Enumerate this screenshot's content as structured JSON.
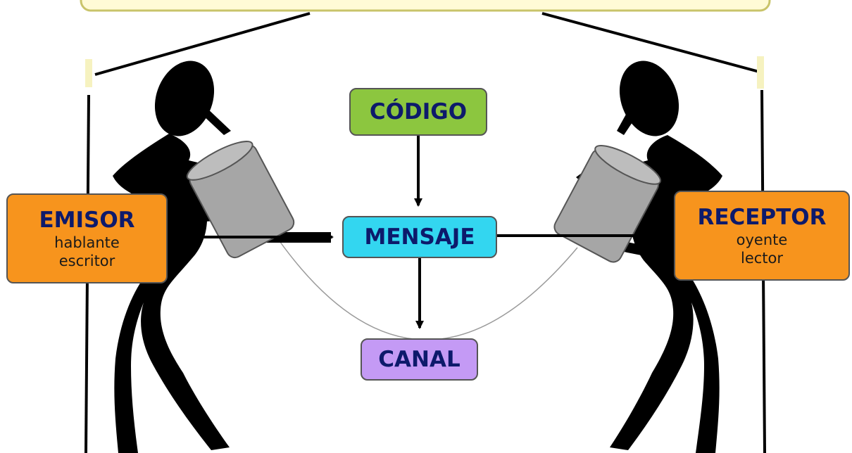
{
  "diagram": {
    "nodes": {
      "codigo": {
        "title": "CÓDIGO",
        "color": "#8cc63f"
      },
      "mensaje": {
        "title": "MENSAJE",
        "color": "#33d6f0"
      },
      "canal": {
        "title": "CANAL",
        "color": "#c49af5"
      },
      "emisor": {
        "title": "EMISOR",
        "lines": [
          "hablante",
          "escritor"
        ],
        "color": "#f7941d"
      },
      "receptor": {
        "title": "RECEPTOR",
        "lines": [
          "oyente",
          "lector"
        ],
        "color": "#f7941d"
      }
    },
    "edges": [
      {
        "from": "codigo",
        "to": "mensaje"
      },
      {
        "from": "emisor",
        "to": "mensaje"
      },
      {
        "from": "mensaje",
        "to": "receptor"
      },
      {
        "from": "mensaje",
        "to": "canal"
      }
    ],
    "figures": [
      "silhouette-speaker",
      "silhouette-listener",
      "tin-can-left",
      "tin-can-right",
      "string-line"
    ],
    "colors": {
      "banner_fill": "#fffbd6",
      "banner_border": "#c9c46a",
      "silhouette": "#000000",
      "can": "#a6a6a6"
    }
  }
}
